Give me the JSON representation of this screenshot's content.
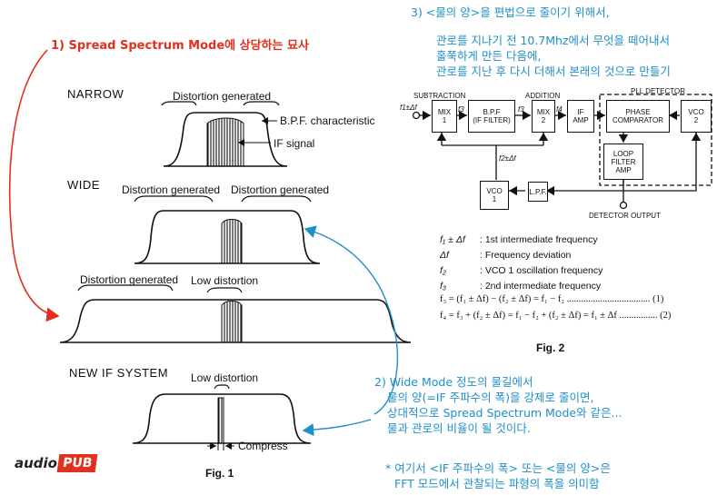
{
  "annotations": {
    "top_right_title": "3) <물의 양>을 편법으로 줄이기 위해서,",
    "top_right_line1": "관로를 지나기 전 10.7Mhz에서 무엇을 떼어내서",
    "top_right_line2": "홀쭉하게 만든 다음에,",
    "top_right_line3": "관로를 지난 후 다시 더해서 본래의 것으로 만들기",
    "left_red": "1) Spread Spectrum Mode에 상당하는 묘사",
    "mid_line1": "2) Wide Mode 정도의 물길에서",
    "mid_line2": "물의 양(=IF 주파수의 폭)을 강제로 줄이면,",
    "mid_line3": "상대적으로 Spread Spectrum Mode와 같은...",
    "mid_line4": "물과 관로의 비율이 될 것이다.",
    "bottom_line1": "* 여기서 <IF 주파수의 폭> 또는 <물의 양>은",
    "bottom_line2": "FFT 모드에서 관찰되는 파형의 폭을 의미함"
  },
  "fig1": {
    "narrow": "NARROW",
    "wide": "WIDE",
    "new_if": "NEW IF SYSTEM",
    "distortion_generated": "Distortion generated",
    "low_distortion": "Low distortion",
    "bpf_char": "B.P.F. characteristic",
    "if_signal": "IF signal",
    "compress": "Compress",
    "caption": "Fig. 1"
  },
  "fig2": {
    "subtraction": "SUBTRACTION",
    "addition": "ADDITION",
    "pll_detector": "PLL DETECTOR",
    "mix1": "MIX\n1",
    "bpf": "B.P.F\n(IF FILTER)",
    "mix2": "MIX\n2",
    "if_amp": "IF\nAMP",
    "phase_comp": "PHASE\nCOMPARATOR",
    "vco2": "VCO\n2",
    "loop_filter": "LOOP\nFILTER\nAMP",
    "vco1": "VCO\n1",
    "lpf": "L.P.F.",
    "detector_output": "DETECTOR OUTPUT",
    "in_label": "f1±Δf",
    "f3a": "f3",
    "f3b": "f3",
    "f4": "f4",
    "f2": "f2±Δf",
    "legend": [
      {
        "sym": "f₁ ± Δf",
        "desc": ": 1st intermediate frequency"
      },
      {
        "sym": "Δf",
        "desc": ": Frequency deviation"
      },
      {
        "sym": "f₂",
        "desc": ": VCO 1 oscillation frequency"
      },
      {
        "sym": "f₃",
        "desc": ": 2nd intermediate frequency"
      }
    ],
    "eq1": "f₃ = (f₁ ± Δf) − (f₂ ± Δf) = f₁ − f₂  ................................... (1)",
    "eq2": "f₄ = f₃ + (f₂ ± Δf) = f₁ − f₂ + (f₂ ± Δf) = f₁ ± Δf  ................ (2)",
    "caption": "Fig. 2"
  },
  "logo": {
    "audio": "audio",
    "pub": "PUB"
  }
}
